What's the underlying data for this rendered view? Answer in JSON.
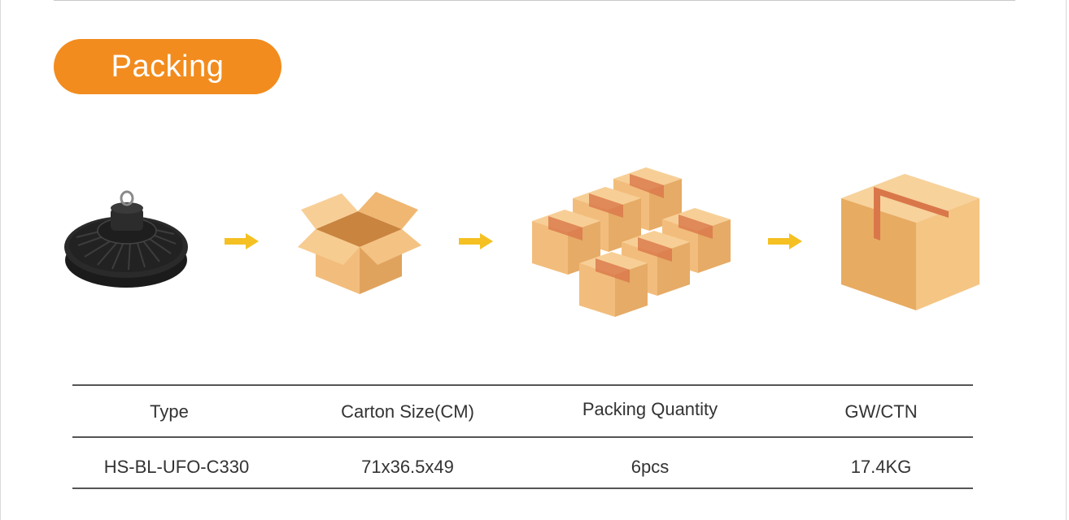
{
  "section": {
    "title": "Packing"
  },
  "flow": {
    "steps": [
      {
        "icon": "ufo-highbay-light-icon"
      },
      {
        "icon": "arrow-right-icon"
      },
      {
        "icon": "open-carton-box-icon"
      },
      {
        "icon": "arrow-right-icon"
      },
      {
        "icon": "stacked-carton-boxes-icon"
      },
      {
        "icon": "arrow-right-icon"
      },
      {
        "icon": "sealed-carton-box-icon"
      }
    ],
    "arrow_color": "#f5c022",
    "box_colors": {
      "light": "#f7c98a",
      "mid": "#eab06c",
      "dark": "#d9944f",
      "tape": "#d9774a"
    }
  },
  "colors": {
    "accent": "#f28c1e",
    "text": "#333333",
    "rule": "#555555"
  },
  "table": {
    "headers": [
      "Type",
      "Carton Size(CM)",
      "Packing Quantity",
      "GW/CTN"
    ],
    "rows": [
      [
        "HS-BL-UFO-C330",
        "71x36.5x49",
        "6pcs",
        "17.4KG"
      ]
    ]
  }
}
